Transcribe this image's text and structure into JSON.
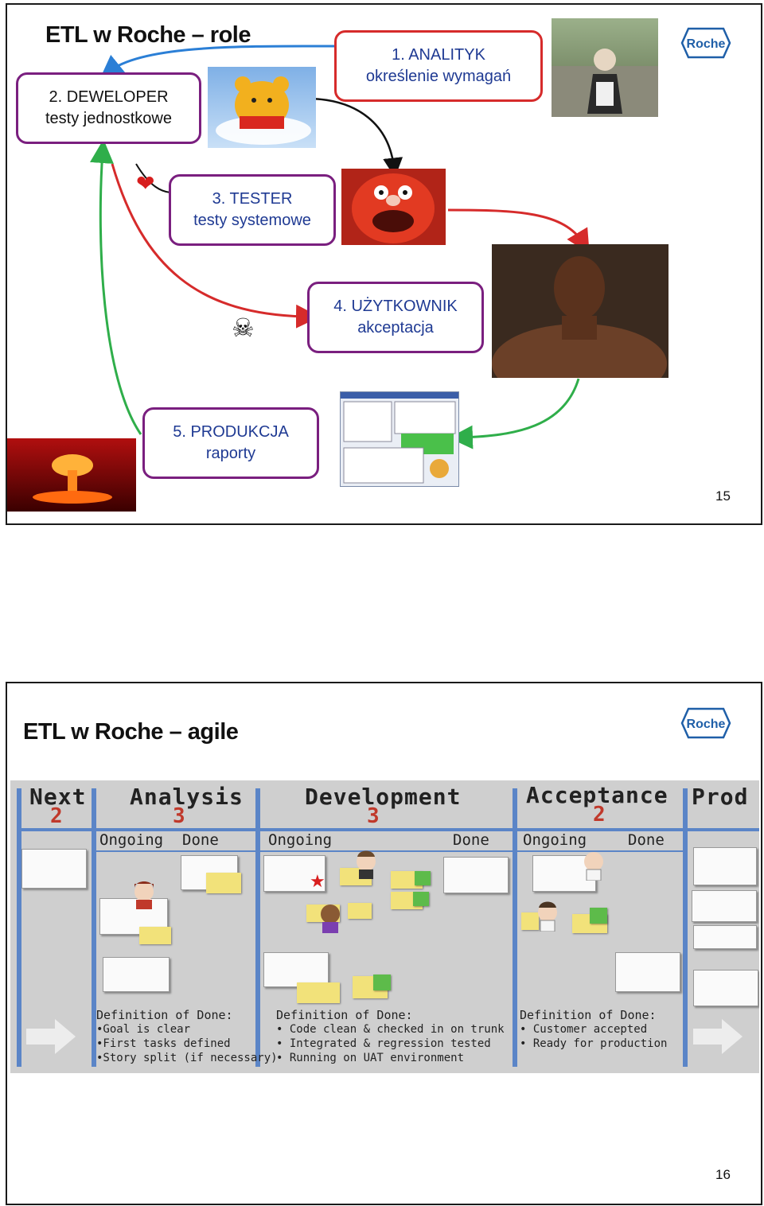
{
  "slide1": {
    "title": "ETL w Roche – role",
    "logo_text": "Roche",
    "page_number": "15",
    "roles": [
      {
        "line1": "1. ANALITYK",
        "line2": "określenie wymagań"
      },
      {
        "line1": "2. DEWELOPER",
        "line2": "testy jednostkowe"
      },
      {
        "line1": "3. TESTER",
        "line2": "testy systemowe"
      },
      {
        "line1": "4. UŻYTKOWNIK",
        "line2": "akceptacja"
      },
      {
        "line1": "5. PRODUKCJA",
        "line2": "raporty"
      }
    ],
    "colors": {
      "role_text": "#1f3a93",
      "box_border": "#7a1f7f",
      "arrow_blue": "#2b7fd6",
      "arrow_red": "#d62b2b",
      "arrow_green": "#2fae4a",
      "arrow_black": "#111111"
    }
  },
  "slide2": {
    "title": "ETL w Roche – agile",
    "logo_text": "Roche",
    "page_number": "16",
    "board": {
      "columns": [
        {
          "name": "Next",
          "limit": "2"
        },
        {
          "name": "Analysis",
          "limit": "3"
        },
        {
          "name": "Development",
          "limit": "3"
        },
        {
          "name": "Acceptance",
          "limit": "2"
        },
        {
          "name": "Prod",
          "limit": ""
        }
      ],
      "sub_columns": {
        "ongoing": "Ongoing",
        "done": "Done"
      },
      "definitions_of_done": [
        {
          "title": "Definition of Done:",
          "items": [
            "•Goal is clear",
            "•First tasks defined",
            "•Story split (if necessary)"
          ]
        },
        {
          "title": "Definition of Done:",
          "items": [
            "• Code clean & checked in on trunk",
            "• Integrated & regression tested",
            "• Running on UAT environment"
          ]
        },
        {
          "title": "Definition of Done:",
          "items": [
            "• Customer accepted",
            "• Ready for production"
          ]
        }
      ]
    }
  }
}
